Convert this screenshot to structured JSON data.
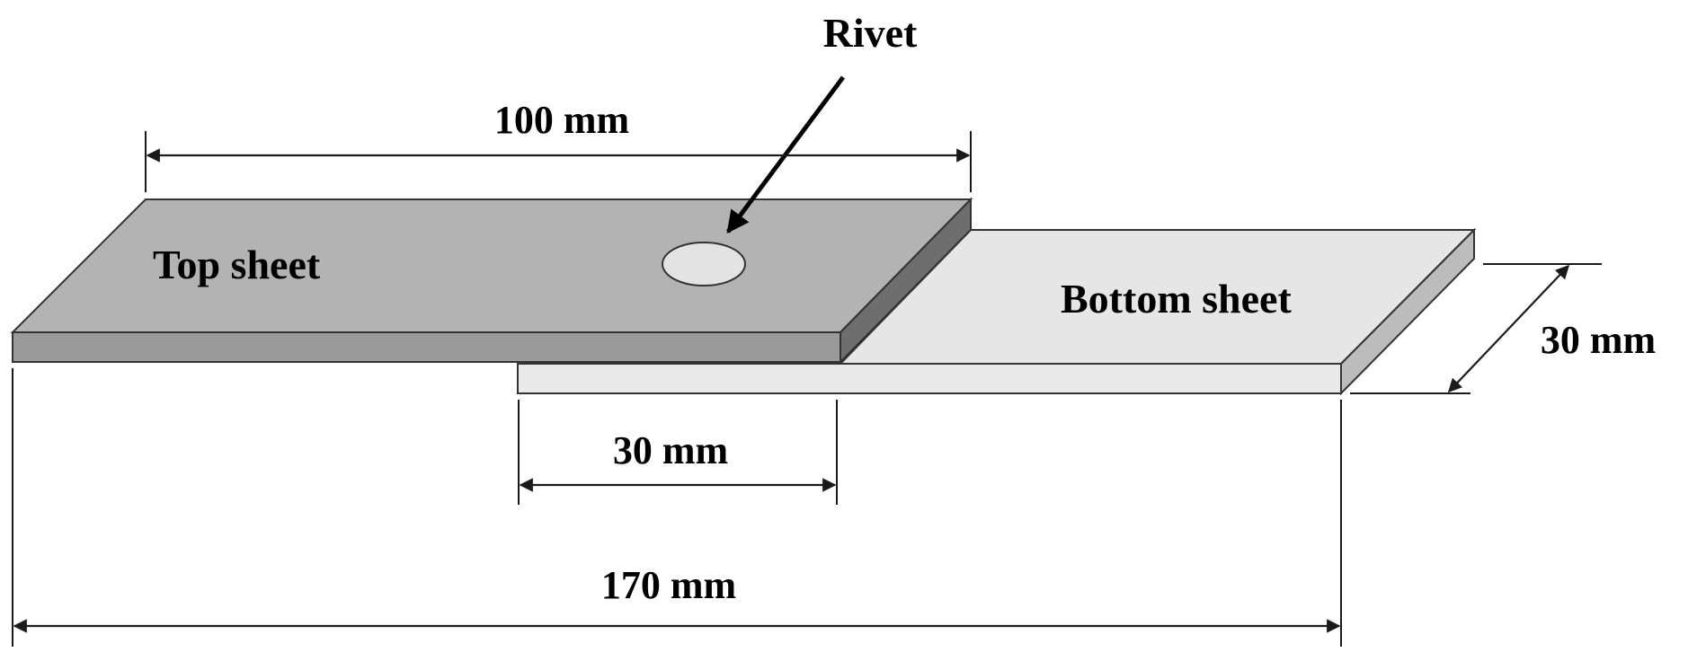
{
  "labels": {
    "rivet": "Rivet",
    "top_sheet": "Top sheet",
    "bottom_sheet": "Bottom sheet"
  },
  "dimensions": {
    "top_length": "100 mm",
    "width": "30 mm",
    "overlap": "30 mm",
    "total_length": "170 mm"
  },
  "colors": {
    "top_face": "#b3b3b3",
    "top_front": "#9a9a9a",
    "top_side": "#6e6e6e",
    "bottom_face": "#e6e6e6",
    "bottom_front": "#e9e9e9",
    "bottom_side": "#bcbcbc",
    "rivet": "#e3e3e3"
  }
}
